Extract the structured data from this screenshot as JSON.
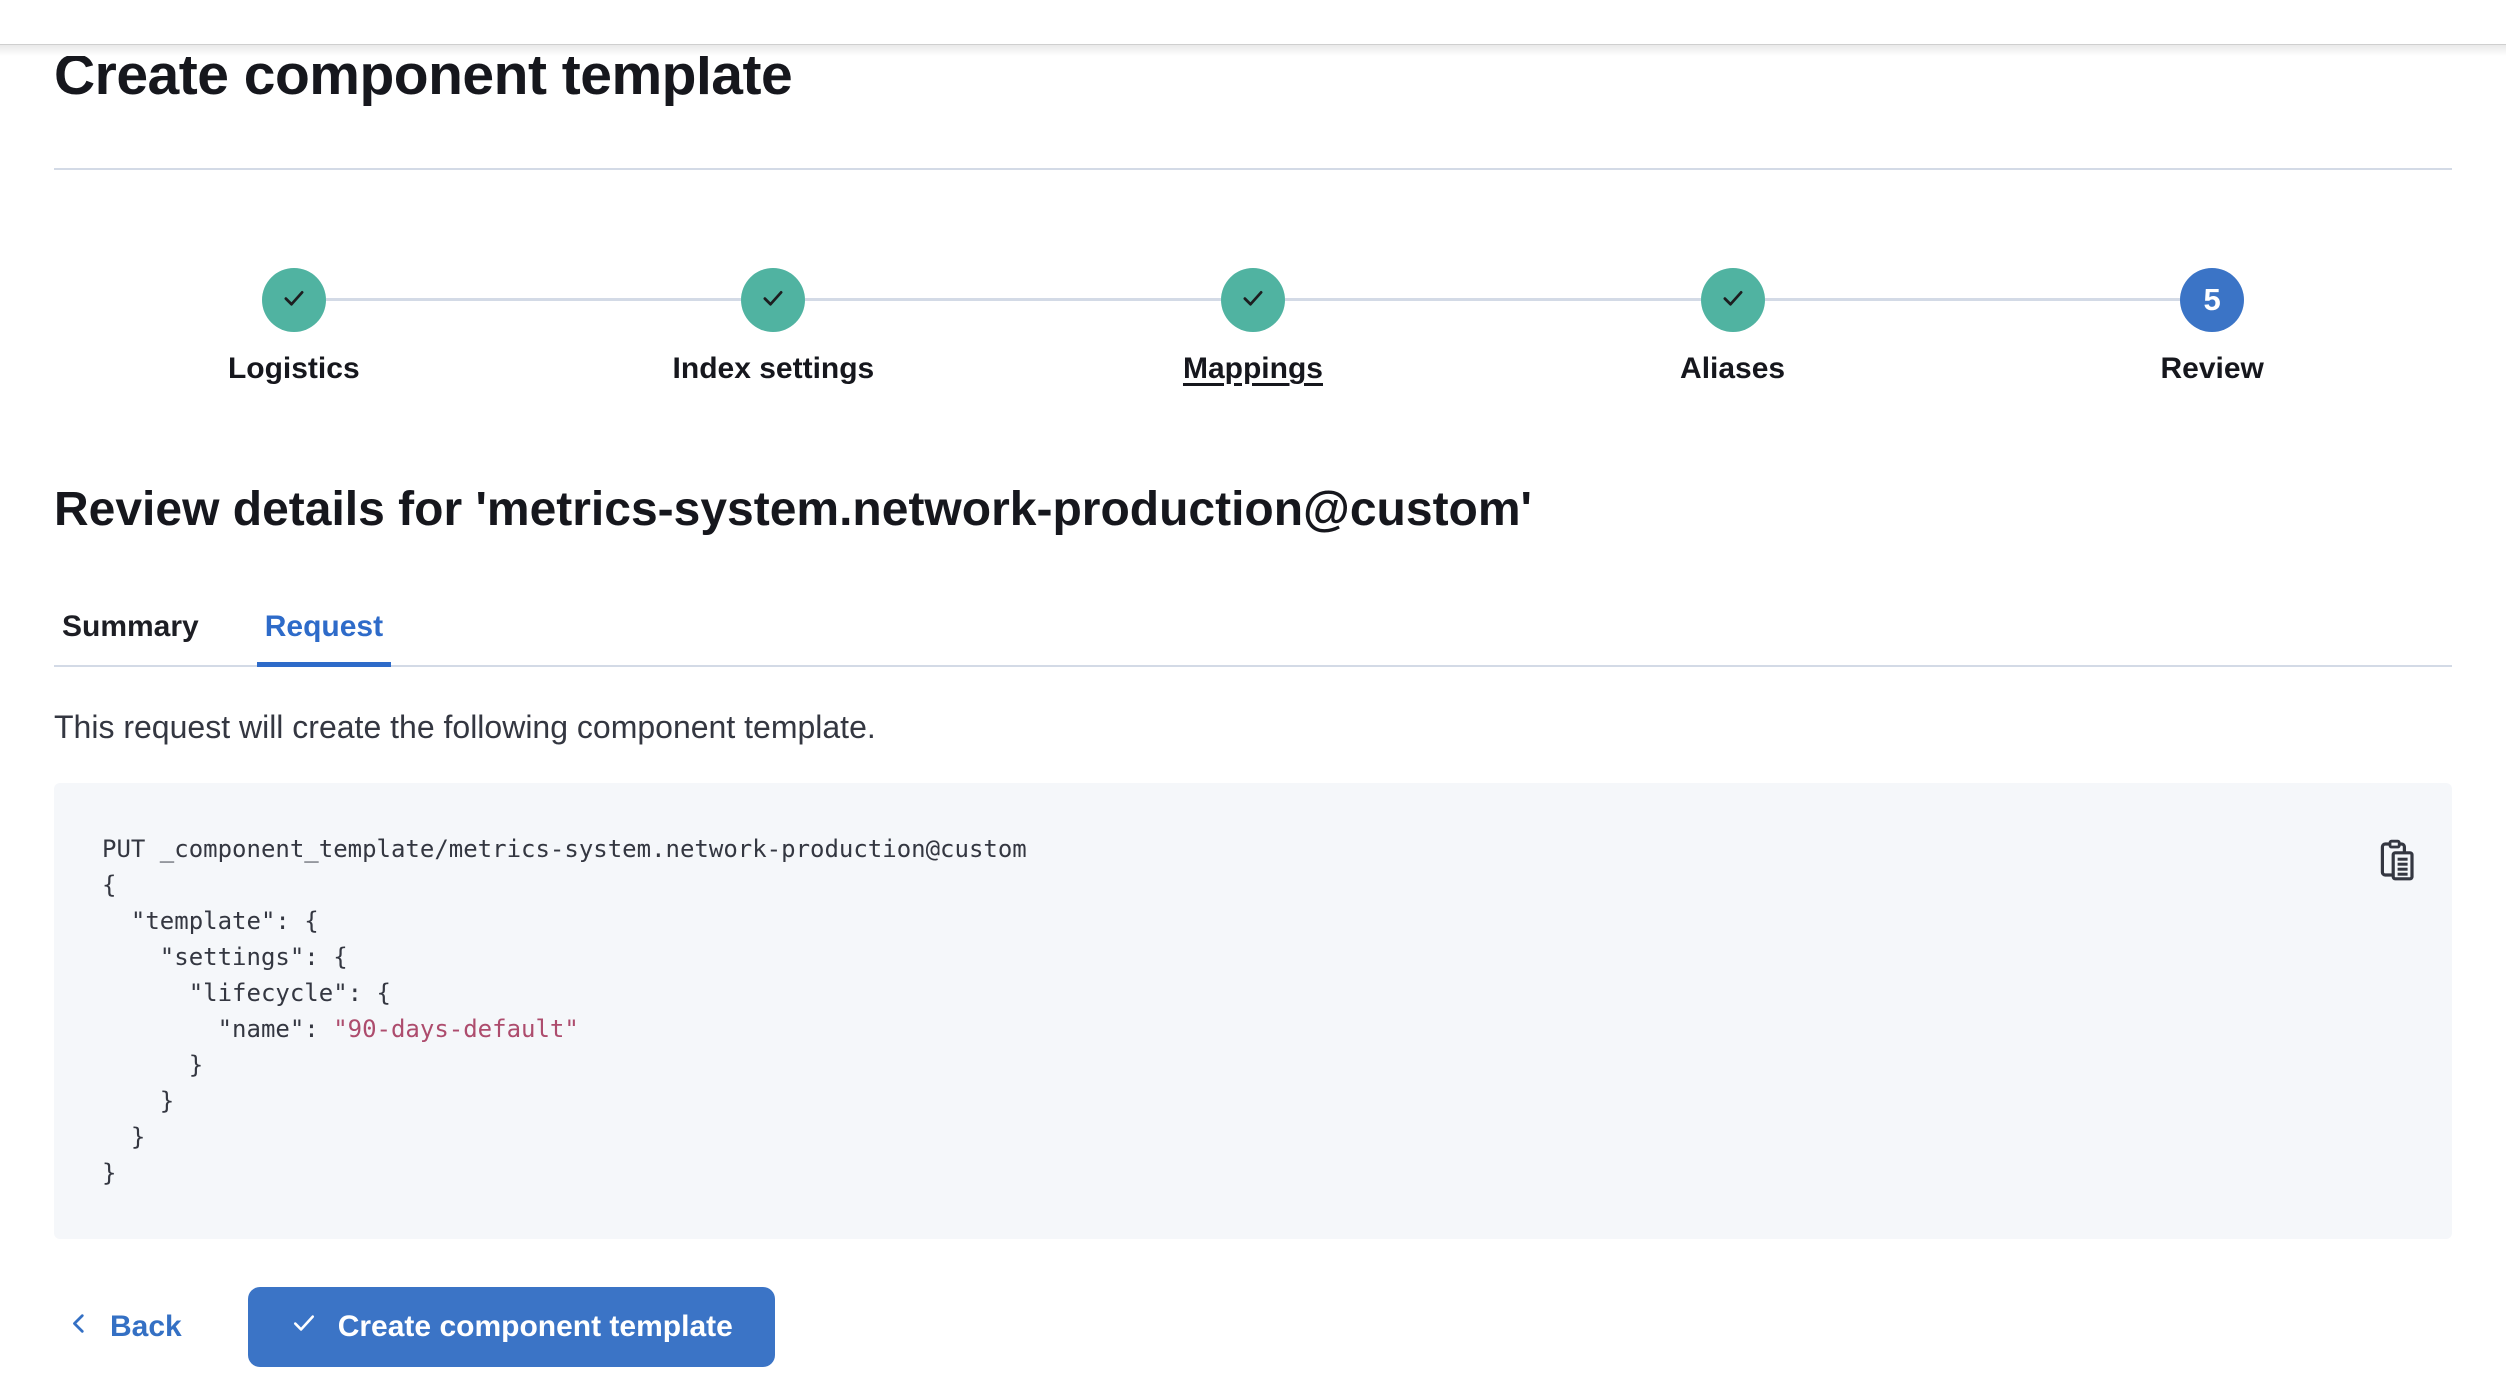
{
  "page": {
    "title": "Create component template",
    "heading": "Review details for 'metrics-system.network-production@custom'",
    "description": "This request will create the following component template."
  },
  "stepper": {
    "steps": [
      {
        "label": "Logistics",
        "status": "complete",
        "icon": "check-icon"
      },
      {
        "label": "Index settings",
        "status": "complete",
        "icon": "check-icon"
      },
      {
        "label": "Mappings",
        "status": "complete",
        "icon": "check-icon",
        "underlined": true
      },
      {
        "label": "Aliases",
        "status": "complete",
        "icon": "check-icon"
      },
      {
        "label": "Review",
        "status": "current",
        "number": "5"
      }
    ]
  },
  "tabs": [
    {
      "label": "Summary",
      "selected": false
    },
    {
      "label": "Request",
      "selected": true
    }
  ],
  "code": {
    "copy_icon": "copy-clipboard-icon",
    "lines": [
      {
        "text": "PUT _component_template/metrics-system.network-production@custom"
      },
      {
        "text": "{"
      },
      {
        "text": "  \"template\": {"
      },
      {
        "text": "    \"settings\": {"
      },
      {
        "text": "      \"lifecycle\": {"
      },
      {
        "prefix": "        \"name\": ",
        "string": "\"90-days-default\""
      },
      {
        "text": "      }"
      },
      {
        "text": "    }"
      },
      {
        "text": "  }"
      },
      {
        "text": "}"
      }
    ]
  },
  "footer": {
    "back_label": "Back",
    "create_label": "Create component template"
  },
  "colors": {
    "primary_button_blue": "#3b74c6",
    "tab_link_blue": "#2e6bc9",
    "step_complete_teal": "#50b3a1",
    "divider_gray": "#d3dae6",
    "code_background": "#f5f7fa",
    "code_string_rose": "#ad4c6d",
    "heading_text": "#16171d",
    "body_text": "#343741"
  }
}
